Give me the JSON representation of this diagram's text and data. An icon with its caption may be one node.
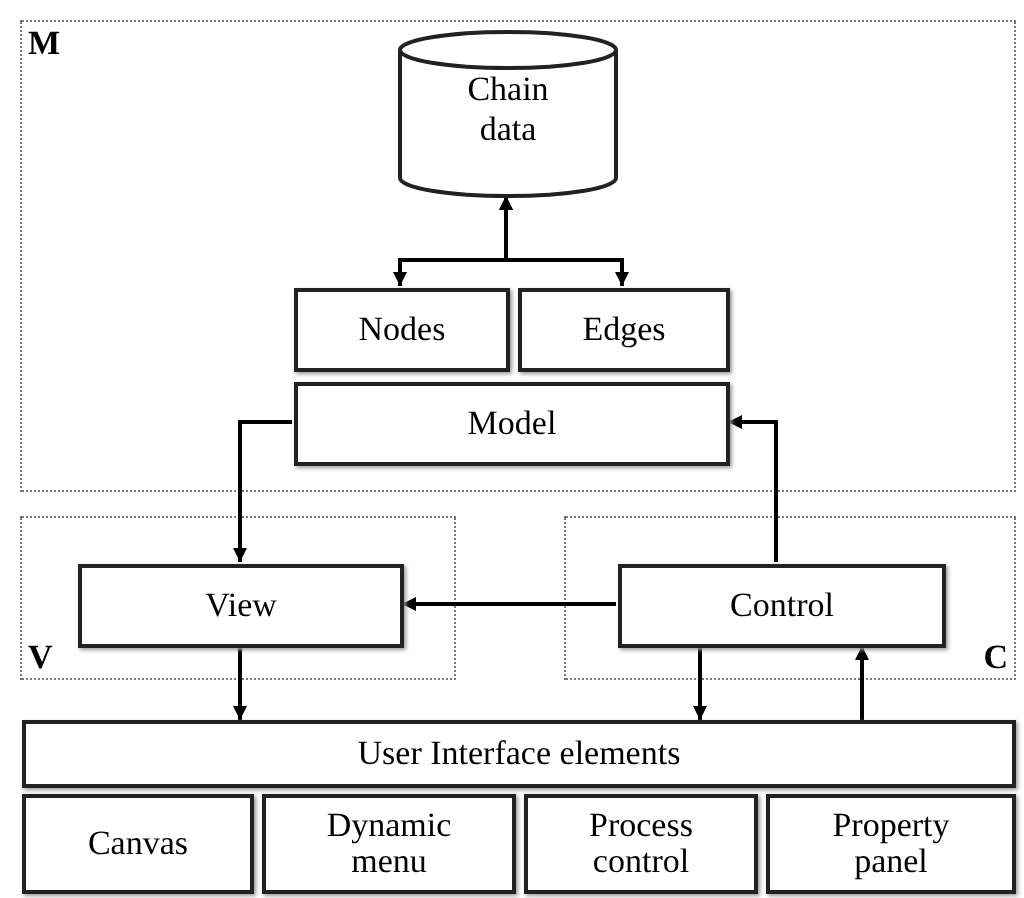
{
  "diagram": {
    "nodes": [
      {
        "text": [
          "M"
        ]
      },
      {
        "text": [
          "Chain data"
        ],
        "in": 0
      },
      {
        "text": [
          "Nodes"
        ],
        "in": 0
      },
      {
        "text": [
          "Edges"
        ],
        "in": 0
      },
      {
        "text": [
          "Model"
        ],
        "in": 0
      },
      {
        "text": [
          "V"
        ]
      },
      {
        "text": [
          "View"
        ],
        "in": 5
      },
      {
        "text": [
          "C"
        ]
      },
      {
        "text": [
          "Control"
        ],
        "in": 7
      },
      {
        "text": [
          "User Interface elements"
        ]
      },
      {
        "text": [
          "Canvas"
        ]
      },
      {
        "text": [
          "Dynamic menu"
        ]
      },
      {
        "text": [
          "Process control"
        ]
      },
      {
        "text": [
          "Property panel"
        ]
      }
    ],
    "edges": [
      {
        "from": 2,
        "to": 1,
        "arrow": "both"
      },
      {
        "from": 3,
        "to": 1,
        "arrow": "both"
      },
      {
        "from": 4,
        "to": 6,
        "arrow": "to"
      },
      {
        "from": 8,
        "to": 4,
        "arrow": "to"
      },
      {
        "from": 8,
        "to": 6,
        "arrow": "to"
      },
      {
        "from": 6,
        "to": 9,
        "arrow": "to"
      },
      {
        "from": 8,
        "to": 9,
        "arrow": "to"
      },
      {
        "from": 9,
        "to": 8,
        "arrow": "to"
      }
    ]
  }
}
